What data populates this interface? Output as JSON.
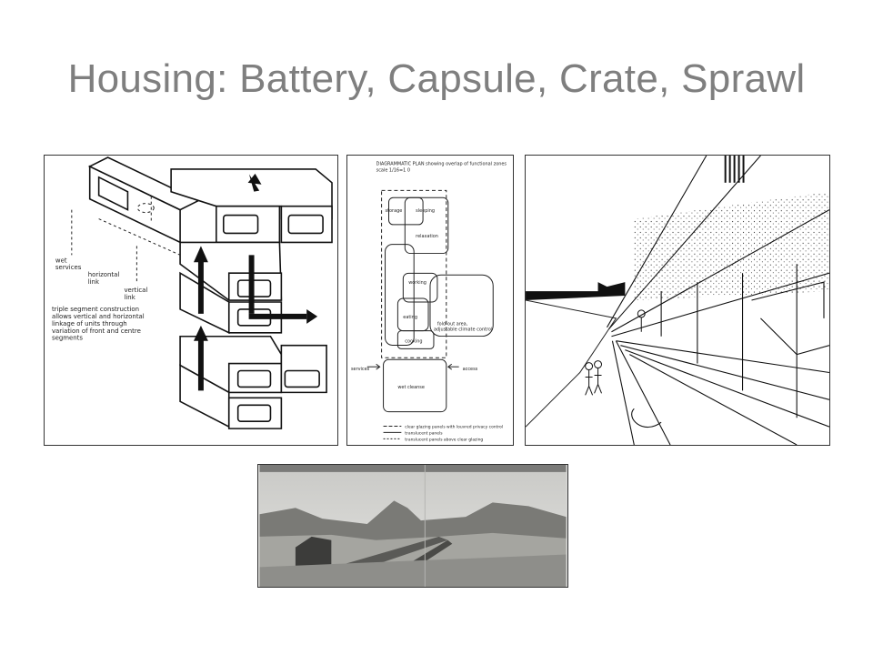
{
  "slide": {
    "title": "Housing: Battery, Capsule, Crate, Sprawl"
  },
  "figure1": {
    "labels": {
      "wet_services": "wet\nservices",
      "horizontal_link": "horizontal\nlink",
      "vertical_link": "vertical\nlink",
      "description": "triple segment construction\nallows vertical and horizontal\nlinkage of units through\nvariation of front and centre\nsegments"
    }
  },
  "figure2": {
    "header": "DIAGRAMMATIC PLAN showing overlap of functional zones",
    "scale": "scale 1/16=1 0",
    "zones": {
      "storage": "storage",
      "sleeping": "sleeping",
      "relaxation": "relaxation",
      "working": "working",
      "eating": "eating",
      "cooking": "cooking",
      "fold_out": "fold-out area,",
      "climate": "adjustable climate control",
      "services": "services",
      "access": "access",
      "wet_cleanse": "wet cleanse"
    },
    "legend": [
      "clear glazing panels with louvred privacy control",
      "translucent panels",
      "translucent panels above clear glazing"
    ]
  }
}
